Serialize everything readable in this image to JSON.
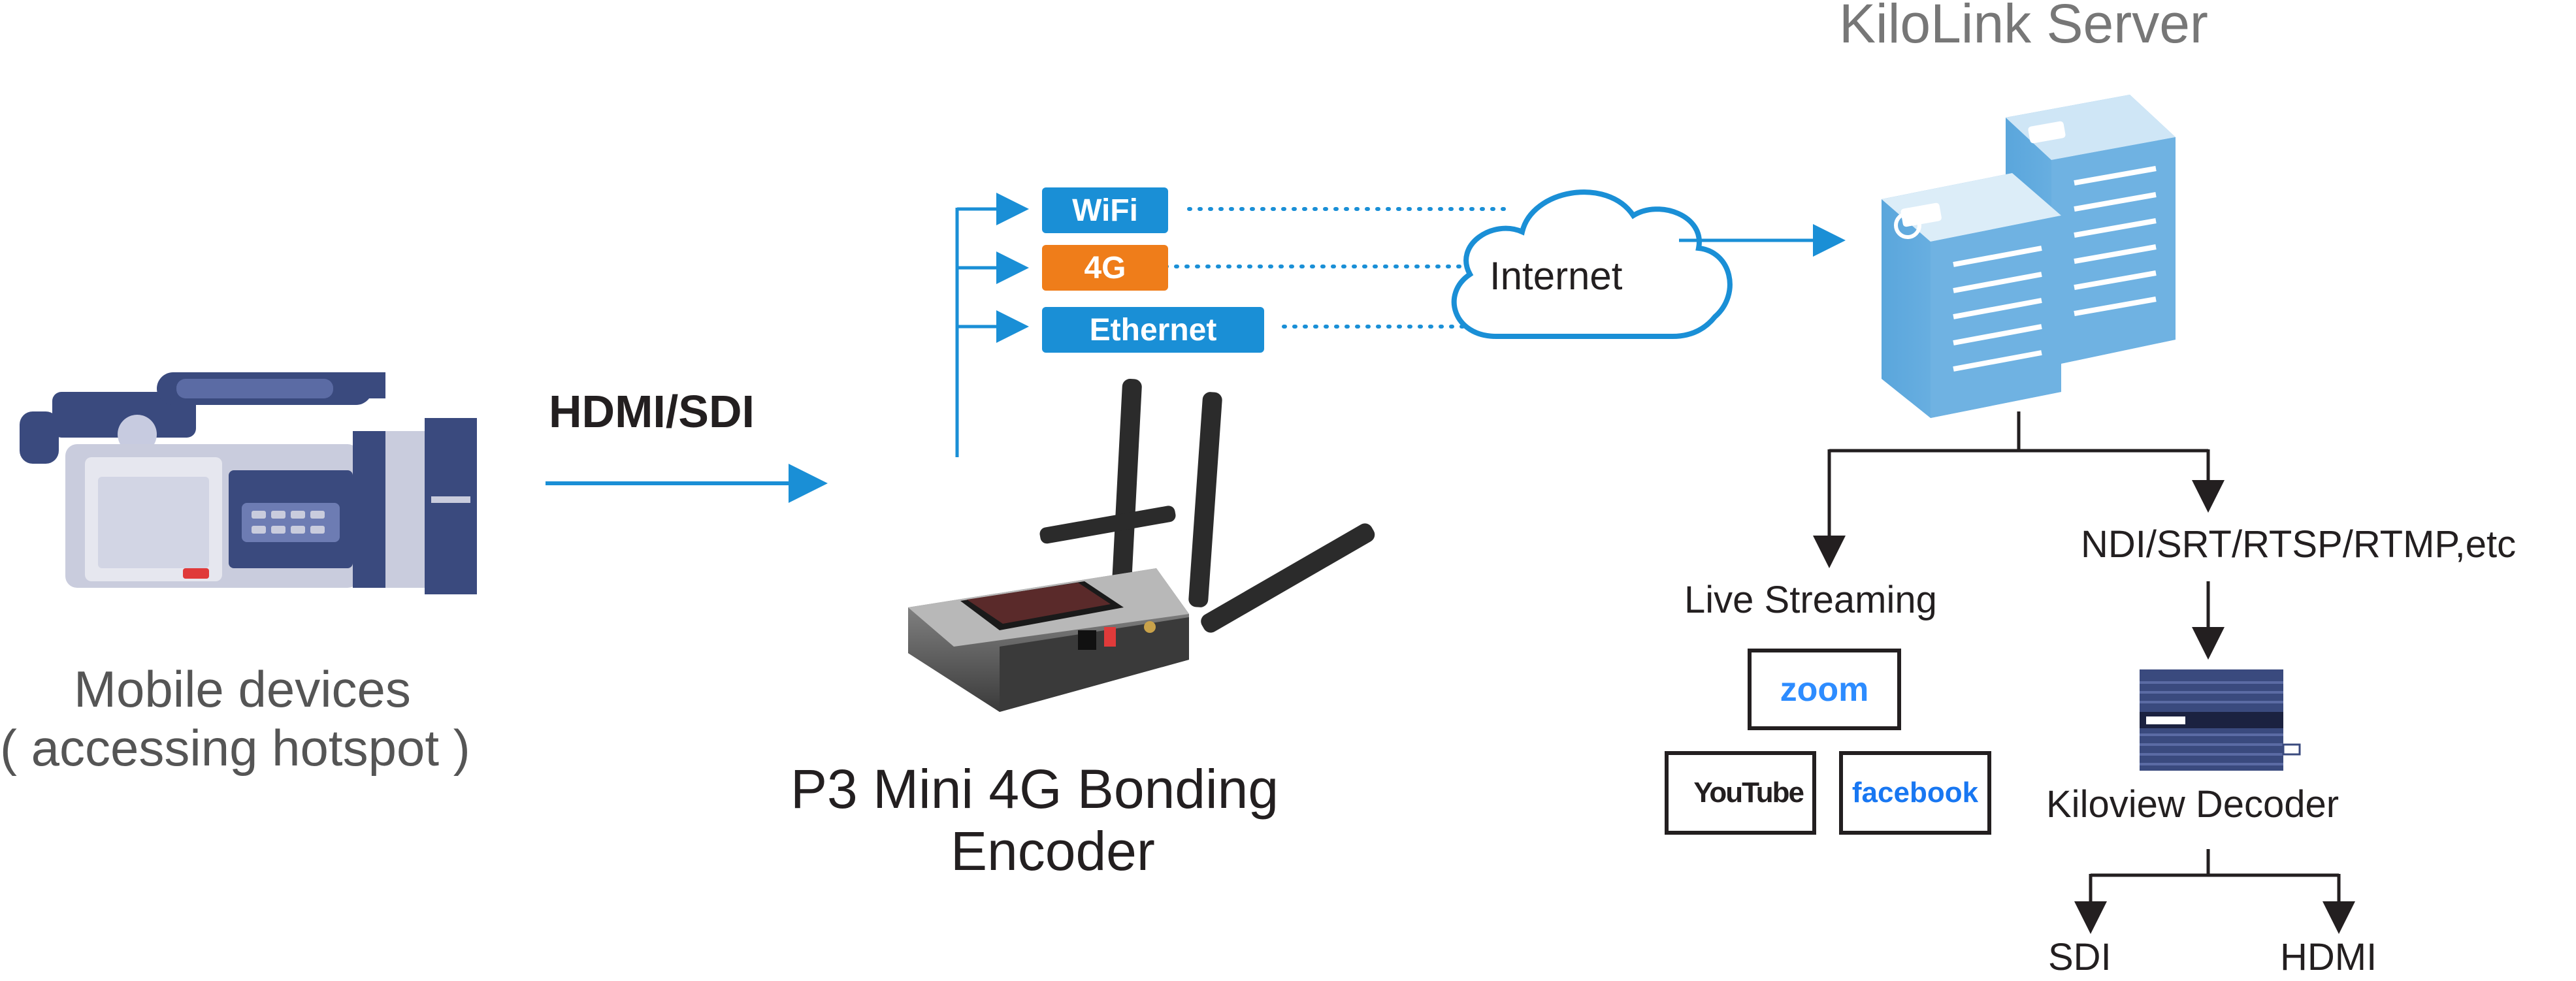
{
  "server": {
    "title": "KiloLink Server"
  },
  "source": {
    "line1": "Mobile devices",
    "line2": "( accessing hotspot )"
  },
  "link": {
    "label": "HDMI/SDI"
  },
  "encoder": {
    "line1": "P3 Mini 4G Bonding",
    "line2": "Encoder"
  },
  "networks": [
    {
      "label": "WiFi",
      "color": "#1a8fd6"
    },
    {
      "label": "4G",
      "color": "#ef7d1a"
    },
    {
      "label": "Ethernet",
      "color": "#1a8fd6"
    }
  ],
  "cloud": {
    "label": "Internet"
  },
  "outputs": {
    "live": "Live Streaming",
    "protocols": "NDI/SRT/RTSP/RTMP,etc",
    "decoder": "Kiloview Decoder",
    "sdi": "SDI",
    "hdmi": "HDMI"
  },
  "platforms": {
    "zoom": "zoom",
    "youtube": "YouTube",
    "facebook": "facebook"
  },
  "colors": {
    "arrow_blue": "#1a8fd6",
    "dark": "#231f20",
    "youtube_red": "#ff0000",
    "facebook_blue": "#1877f2",
    "zoom_blue": "#2d8cff"
  }
}
